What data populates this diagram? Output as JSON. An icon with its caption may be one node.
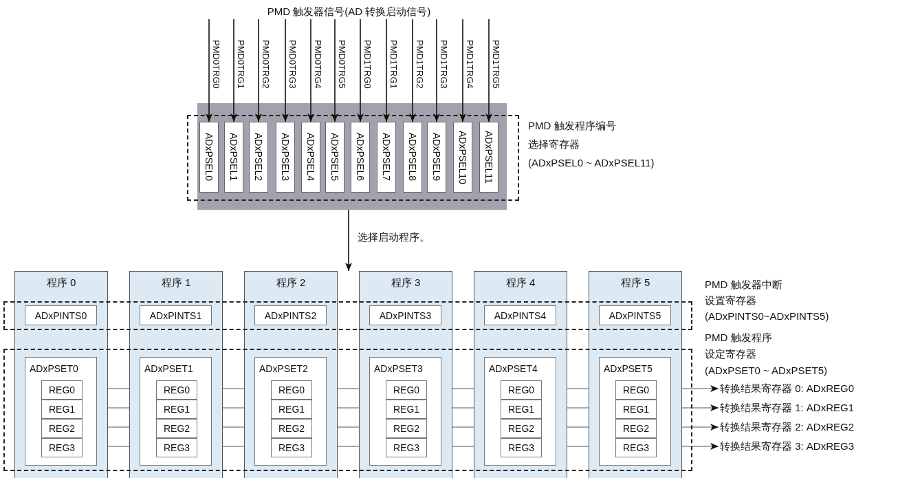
{
  "diagram": {
    "nodes": [
      {
        "text": [
          "PMD 触发器信号(AD 转换启动信号)"
        ]
      },
      {
        "text": [],
        "shape": "box"
      },
      {
        "text": [
          "ADxPSEL0"
        ],
        "in": 1
      },
      {
        "text": [
          "ADxPSEL1"
        ],
        "in": 1
      },
      {
        "text": [
          "ADxPSEL2"
        ],
        "in": 1
      },
      {
        "text": [
          "ADxPSEL3"
        ],
        "in": 1
      },
      {
        "text": [
          "ADxPSEL4"
        ],
        "in": 1
      },
      {
        "text": [
          "ADxPSEL5"
        ],
        "in": 1
      },
      {
        "text": [
          "ADxPSEL6"
        ],
        "in": 1
      },
      {
        "text": [
          "ADxPSEL7"
        ],
        "in": 1
      },
      {
        "text": [
          "ADxPSEL8"
        ],
        "in": 1
      },
      {
        "text": [
          "ADxPSEL9"
        ],
        "in": 1
      },
      {
        "text": [
          "ADxPSEL10"
        ],
        "in": 1
      },
      {
        "text": [
          "ADxPSEL11"
        ],
        "in": 1
      },
      {
        "text": [
          "程序 0"
        ]
      },
      {
        "text": [
          "ADxPINTS0"
        ],
        "in": 14
      },
      {
        "text": [
          "ADxPSET0"
        ],
        "in": 14
      },
      {
        "text": [
          "REG0"
        ],
        "in": 16
      },
      {
        "text": [
          "REG1"
        ],
        "in": 16
      },
      {
        "text": [
          "REG2"
        ],
        "in": 16
      },
      {
        "text": [
          "REG3"
        ],
        "in": 16
      },
      {
        "text": [
          "程序 1"
        ]
      },
      {
        "text": [
          "ADxPINTS1"
        ],
        "in": 21
      },
      {
        "text": [
          "ADxPSET1"
        ],
        "in": 21
      },
      {
        "text": [
          "REG0"
        ],
        "in": 23
      },
      {
        "text": [
          "REG1"
        ],
        "in": 23
      },
      {
        "text": [
          "REG2"
        ],
        "in": 23
      },
      {
        "text": [
          "REG3"
        ],
        "in": 23
      },
      {
        "text": [
          "程序 2"
        ]
      },
      {
        "text": [
          "ADxPINTS2"
        ],
        "in": 28
      },
      {
        "text": [
          "ADxPSET2"
        ],
        "in": 28
      },
      {
        "text": [
          "REG0"
        ],
        "in": 30
      },
      {
        "text": [
          "REG1"
        ],
        "in": 30
      },
      {
        "text": [
          "REG2"
        ],
        "in": 30
      },
      {
        "text": [
          "REG3"
        ],
        "in": 30
      },
      {
        "text": [
          "程序 3"
        ]
      },
      {
        "text": [
          "ADxPINTS3"
        ],
        "in": 35
      },
      {
        "text": [
          "ADxPSET3"
        ],
        "in": 35
      },
      {
        "text": [
          "REG0"
        ],
        "in": 37
      },
      {
        "text": [
          "REG1"
        ],
        "in": 37
      },
      {
        "text": [
          "REG2"
        ],
        "in": 37
      },
      {
        "text": [
          "REG3"
        ],
        "in": 37
      },
      {
        "text": [
          "程序 4"
        ]
      },
      {
        "text": [
          "ADxPINTS4"
        ],
        "in": 42
      },
      {
        "text": [
          "ADxPSET4"
        ],
        "in": 42
      },
      {
        "text": [
          "REG0"
        ],
        "in": 44
      },
      {
        "text": [
          "REG1"
        ],
        "in": 44
      },
      {
        "text": [
          "REG2"
        ],
        "in": 44
      },
      {
        "text": [
          "REG3"
        ],
        "in": 44
      },
      {
        "text": [
          "程序 5"
        ]
      },
      {
        "text": [
          "ADxPINTS5"
        ],
        "in": 49
      },
      {
        "text": [
          "ADxPSET5"
        ],
        "in": 49
      },
      {
        "text": [
          "REG0"
        ],
        "in": 51
      },
      {
        "text": [
          "REG1"
        ],
        "in": 51
      },
      {
        "text": [
          "REG2"
        ],
        "in": 51
      },
      {
        "text": [
          "REG3"
        ],
        "in": 51
      },
      {
        "text": [
          "转换结果寄存器 0: ADxREG0"
        ]
      },
      {
        "text": [
          "转换结果寄存器 1: ADxREG1"
        ]
      },
      {
        "text": [
          "转换结果寄存器 2: ADxREG2"
        ]
      },
      {
        "text": [
          "转换结果寄存器 3: ADxREG3"
        ]
      }
    ],
    "edges": [
      {
        "from": 0,
        "to": 2,
        "arrow": "to",
        "label": "PMD0TRG0"
      },
      {
        "from": 0,
        "to": 3,
        "arrow": "to",
        "label": "PMD0TRG1"
      },
      {
        "from": 0,
        "to": 4,
        "arrow": "to",
        "label": "PMD0TRG2"
      },
      {
        "from": 0,
        "to": 5,
        "arrow": "to",
        "label": "PMD0TRG3"
      },
      {
        "from": 0,
        "to": 6,
        "arrow": "to",
        "label": "PMD0TRG4"
      },
      {
        "from": 0,
        "to": 7,
        "arrow": "to",
        "label": "PMD0TRG5"
      },
      {
        "from": 0,
        "to": 8,
        "arrow": "to",
        "label": "PMD1TRG0"
      },
      {
        "from": 0,
        "to": 9,
        "arrow": "to",
        "label": "PMD1TRG1"
      },
      {
        "from": 0,
        "to": 10,
        "arrow": "to",
        "label": "PMD1TRG2"
      },
      {
        "from": 0,
        "to": 11,
        "arrow": "to",
        "label": "PMD1TRG3"
      },
      {
        "from": 0,
        "to": 12,
        "arrow": "to",
        "label": "PMD1TRG4"
      },
      {
        "from": 0,
        "to": 13,
        "arrow": "to",
        "label": "PMD1TRG5"
      },
      {
        "from": 1,
        "to": 28,
        "arrow": "to",
        "label": "选择启动程序。"
      },
      {
        "from": 14,
        "to": 21,
        "arrow": "none"
      },
      {
        "from": 14,
        "to": 21,
        "arrow": "none"
      },
      {
        "from": 14,
        "to": 21,
        "arrow": "none"
      },
      {
        "from": 14,
        "to": 21,
        "arrow": "none"
      },
      {
        "from": 21,
        "to": 28,
        "arrow": "none"
      },
      {
        "from": 21,
        "to": 28,
        "arrow": "none"
      },
      {
        "from": 21,
        "to": 28,
        "arrow": "none"
      },
      {
        "from": 21,
        "to": 28,
        "arrow": "none"
      },
      {
        "from": 28,
        "to": 35,
        "arrow": "none"
      },
      {
        "from": 28,
        "to": 35,
        "arrow": "none"
      },
      {
        "from": 28,
        "to": 35,
        "arrow": "none"
      },
      {
        "from": 28,
        "to": 35,
        "arrow": "none"
      },
      {
        "from": 35,
        "to": 42,
        "arrow": "none"
      },
      {
        "from": 35,
        "to": 42,
        "arrow": "none"
      },
      {
        "from": 35,
        "to": 42,
        "arrow": "none"
      },
      {
        "from": 35,
        "to": 42,
        "arrow": "none"
      },
      {
        "from": 42,
        "to": 49,
        "arrow": "none"
      },
      {
        "from": 42,
        "to": 49,
        "arrow": "none"
      },
      {
        "from": 42,
        "to": 49,
        "arrow": "none"
      },
      {
        "from": 42,
        "to": 49,
        "arrow": "none"
      },
      {
        "from": 49,
        "to": 56,
        "arrow": "to"
      },
      {
        "from": 49,
        "to": 57,
        "arrow": "to"
      },
      {
        "from": 49,
        "to": 58,
        "arrow": "to"
      },
      {
        "from": 49,
        "to": 59,
        "arrow": "to"
      }
    ],
    "labels": [
      "PMD 触发程序编号选择寄存器 (ADxPSEL0 ~ ADxPSEL11)",
      "PMD 触发器中断设置寄存器 (ADxPINTS0~ADxPINTS5)",
      "PMD 触发程序设定寄存器 (ADxPSET0 ~ ADxPSET5)"
    ]
  }
}
